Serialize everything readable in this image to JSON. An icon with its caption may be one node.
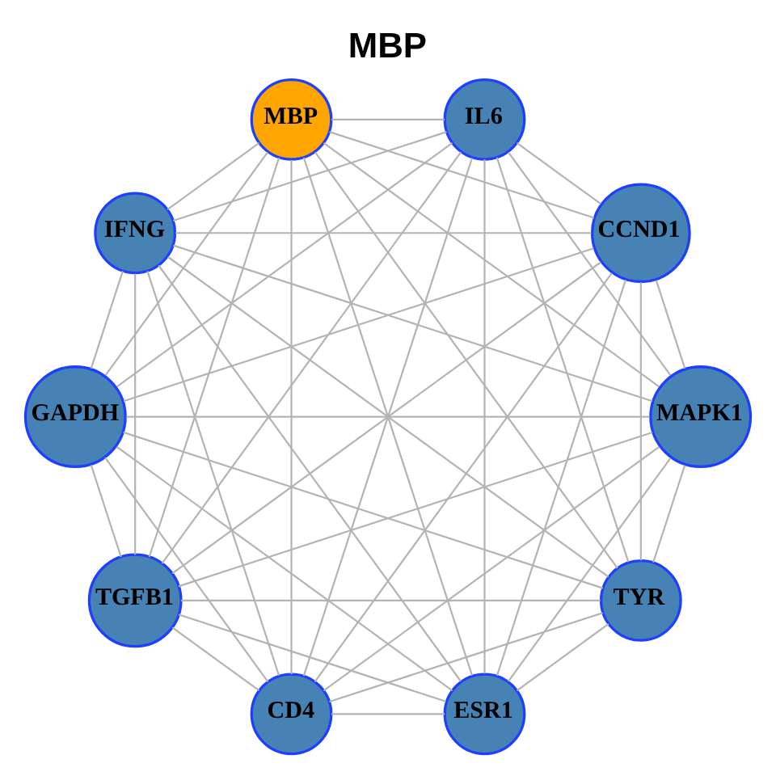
{
  "diagram": {
    "title": "MBP",
    "nodes": [
      {
        "text": [
          "TYR"
        ]
      },
      {
        "text": [
          "MAPK1"
        ]
      },
      {
        "text": [
          "CD4"
        ]
      },
      {
        "text": [
          "TGFB1"
        ]
      },
      {
        "text": [
          "GAPDH"
        ]
      },
      {
        "text": [
          "IFNG"
        ]
      },
      {
        "text": [
          "MBP"
        ]
      },
      {
        "text": [
          "IL6"
        ]
      },
      {
        "text": [
          "CCND1"
        ]
      },
      {
        "text": [
          "ESR1"
        ]
      }
    ],
    "edges": [
      {
        "from": 0,
        "to": 1,
        "arrow": "none"
      },
      {
        "from": 0,
        "to": 2,
        "arrow": "none"
      },
      {
        "from": 0,
        "to": 3,
        "arrow": "none"
      },
      {
        "from": 0,
        "to": 4,
        "arrow": "none"
      },
      {
        "from": 0,
        "to": 5,
        "arrow": "none"
      },
      {
        "from": 0,
        "to": 6,
        "arrow": "none"
      },
      {
        "from": 0,
        "to": 7,
        "arrow": "none"
      },
      {
        "from": 0,
        "to": 8,
        "arrow": "none"
      },
      {
        "from": 0,
        "to": 9,
        "arrow": "none"
      },
      {
        "from": 1,
        "to": 2,
        "arrow": "none"
      },
      {
        "from": 1,
        "to": 3,
        "arrow": "none"
      },
      {
        "from": 1,
        "to": 4,
        "arrow": "none"
      },
      {
        "from": 1,
        "to": 5,
        "arrow": "none"
      },
      {
        "from": 1,
        "to": 6,
        "arrow": "none"
      },
      {
        "from": 1,
        "to": 7,
        "arrow": "none"
      },
      {
        "from": 1,
        "to": 8,
        "arrow": "none"
      },
      {
        "from": 1,
        "to": 9,
        "arrow": "none"
      },
      {
        "from": 2,
        "to": 3,
        "arrow": "none"
      },
      {
        "from": 2,
        "to": 4,
        "arrow": "none"
      },
      {
        "from": 2,
        "to": 5,
        "arrow": "none"
      },
      {
        "from": 2,
        "to": 6,
        "arrow": "none"
      },
      {
        "from": 2,
        "to": 7,
        "arrow": "none"
      },
      {
        "from": 2,
        "to": 8,
        "arrow": "none"
      },
      {
        "from": 2,
        "to": 9,
        "arrow": "none"
      },
      {
        "from": 3,
        "to": 4,
        "arrow": "none"
      },
      {
        "from": 3,
        "to": 5,
        "arrow": "none"
      },
      {
        "from": 3,
        "to": 6,
        "arrow": "none"
      },
      {
        "from": 3,
        "to": 7,
        "arrow": "none"
      },
      {
        "from": 3,
        "to": 8,
        "arrow": "none"
      },
      {
        "from": 3,
        "to": 9,
        "arrow": "none"
      },
      {
        "from": 4,
        "to": 5,
        "arrow": "none"
      },
      {
        "from": 4,
        "to": 6,
        "arrow": "none"
      },
      {
        "from": 4,
        "to": 7,
        "arrow": "none"
      },
      {
        "from": 4,
        "to": 8,
        "arrow": "none"
      },
      {
        "from": 4,
        "to": 9,
        "arrow": "none"
      },
      {
        "from": 5,
        "to": 6,
        "arrow": "none"
      },
      {
        "from": 5,
        "to": 7,
        "arrow": "none"
      },
      {
        "from": 5,
        "to": 8,
        "arrow": "none"
      },
      {
        "from": 5,
        "to": 9,
        "arrow": "none"
      },
      {
        "from": 6,
        "to": 7,
        "arrow": "none"
      },
      {
        "from": 6,
        "to": 8,
        "arrow": "none"
      },
      {
        "from": 6,
        "to": 9,
        "arrow": "none"
      },
      {
        "from": 7,
        "to": 8,
        "arrow": "none"
      },
      {
        "from": 7,
        "to": 9,
        "arrow": "none"
      },
      {
        "from": 8,
        "to": 9,
        "arrow": "none"
      }
    ]
  }
}
